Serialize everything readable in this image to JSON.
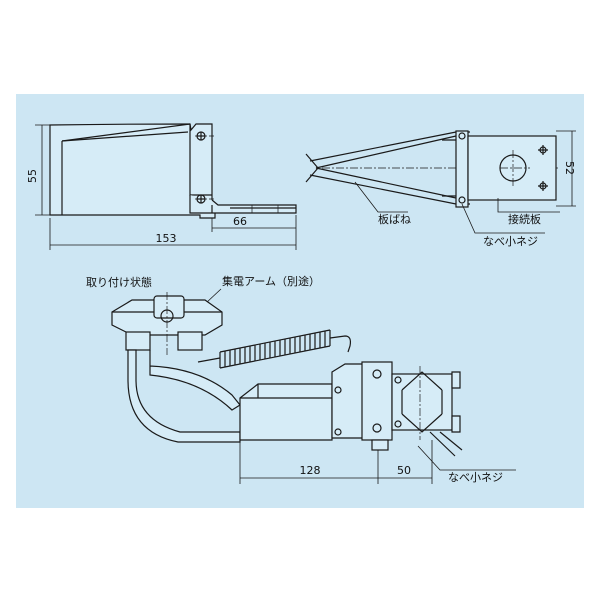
{
  "dimensions": {
    "height_55": "55",
    "width_153": "153",
    "width_66": "66",
    "height_52": "52",
    "width_128": "128",
    "width_50": "50"
  },
  "labels": {
    "leaf_spring": "板ばね",
    "connecting_plate": "接続板",
    "pan_screw_top": "なべ小ネジ",
    "mounted_state": "取り付け状態",
    "collector_arm": "集電アーム（別途）",
    "pan_screw_bottom": "なべ小ネジ"
  },
  "colors": {
    "panel_background": "#cde6f3",
    "line": "#1a1a1a"
  }
}
